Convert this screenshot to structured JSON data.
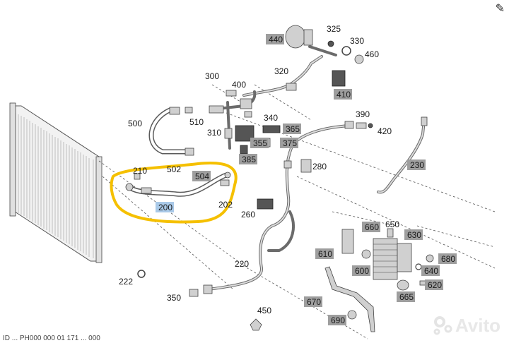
{
  "labels": {
    "l325": "325",
    "l330": "330",
    "l440": "440",
    "l460": "460",
    "l320": "320",
    "l300": "300",
    "l400": "400",
    "l410": "410",
    "l500": "500",
    "l510": "510",
    "l310": "310",
    "l340": "340",
    "l365": "365",
    "l355": "355",
    "l375": "375",
    "l385": "385",
    "l390": "390",
    "l420": "420",
    "l502": "502",
    "l504": "504",
    "l210": "210",
    "l280": "280",
    "l230": "230",
    "l200": "200",
    "l202": "202",
    "l260": "260",
    "l660": "660",
    "l650": "650",
    "l630": "630",
    "l610": "610",
    "l680": "680",
    "l220": "220",
    "l600": "600",
    "l640": "640",
    "l222": "222",
    "l620": "620",
    "l665": "665",
    "l350": "350",
    "l670": "670",
    "l450": "450",
    "l690": "690"
  },
  "watermark": "Avito",
  "edit_icon": "pencil-icon",
  "bottom_text": "ID ... PH000 000 01 171 ... 000",
  "colors": {
    "highlight": "#f5c000",
    "tag_gray": "#9e9e9e",
    "tag_blue": "#a9c9e8"
  }
}
